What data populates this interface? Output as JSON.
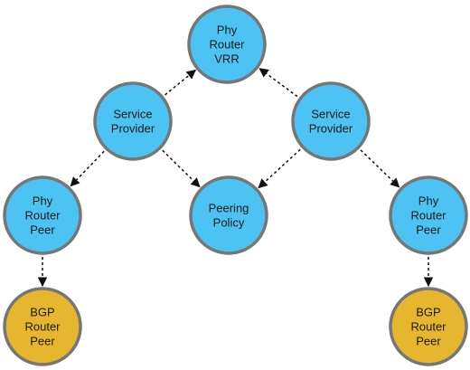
{
  "colors": {
    "blue_node": "#4cc3f3",
    "gold_node": "#e6b72e",
    "node_stroke": "#767676",
    "edge": "#111111"
  },
  "nodes": [
    {
      "id": "vrr",
      "lines": [
        "Phy",
        "Router",
        "VRR"
      ],
      "color": "blue"
    },
    {
      "id": "sp-left",
      "lines": [
        "Service",
        "Provider"
      ],
      "color": "blue"
    },
    {
      "id": "sp-right",
      "lines": [
        "Service",
        "Provider"
      ],
      "color": "blue"
    },
    {
      "id": "peer-left",
      "lines": [
        "Phy",
        "Router",
        "Peer"
      ],
      "color": "blue"
    },
    {
      "id": "policy",
      "lines": [
        "Peering",
        "Policy"
      ],
      "color": "blue"
    },
    {
      "id": "peer-right",
      "lines": [
        "Phy",
        "Router",
        "Peer"
      ],
      "color": "blue"
    },
    {
      "id": "bgp-left",
      "lines": [
        "BGP",
        "Router",
        "Peer"
      ],
      "color": "gold"
    },
    {
      "id": "bgp-right",
      "lines": [
        "BGP",
        "Router",
        "Peer"
      ],
      "color": "gold"
    }
  ],
  "edges": [
    {
      "from": "sp-left",
      "to": "vrr"
    },
    {
      "from": "sp-right",
      "to": "vrr"
    },
    {
      "from": "sp-left",
      "to": "peer-left"
    },
    {
      "from": "sp-left",
      "to": "policy"
    },
    {
      "from": "sp-right",
      "to": "policy"
    },
    {
      "from": "sp-right",
      "to": "peer-right"
    },
    {
      "from": "peer-left",
      "to": "bgp-left"
    },
    {
      "from": "peer-right",
      "to": "bgp-right"
    }
  ]
}
